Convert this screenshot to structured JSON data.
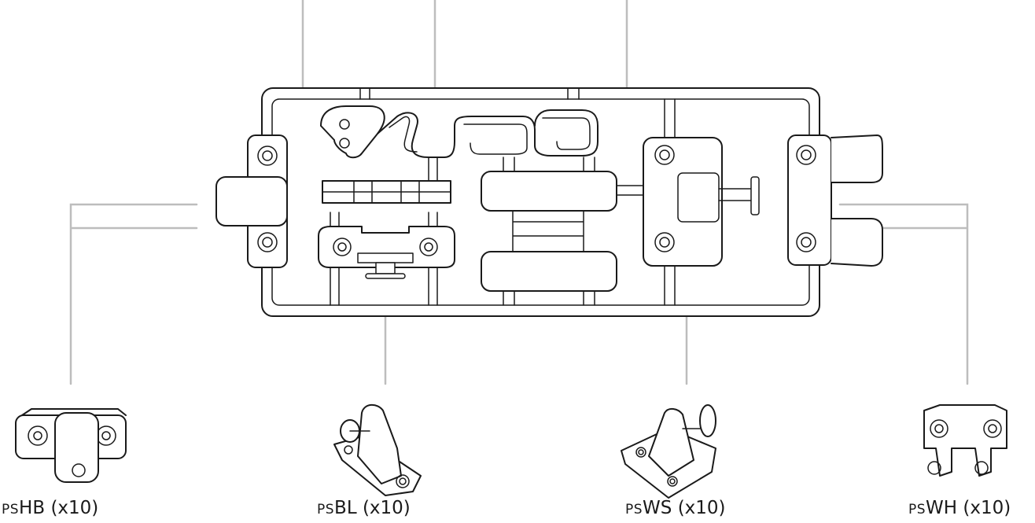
{
  "parts": [
    {
      "id": "hb",
      "prefix": "PS",
      "code": "HB",
      "qty": "(x10)"
    },
    {
      "id": "bl",
      "prefix": "PS",
      "code": "BL",
      "qty": "(x10)"
    },
    {
      "id": "ws",
      "prefix": "PS",
      "code": "WS",
      "qty": "(x10)"
    },
    {
      "id": "wh",
      "prefix": "PS",
      "code": "WH",
      "qty": "(x10)"
    }
  ],
  "colors": {
    "line": "#1a1a1a",
    "callout": "#bdbdbd",
    "background": "#ffffff"
  }
}
